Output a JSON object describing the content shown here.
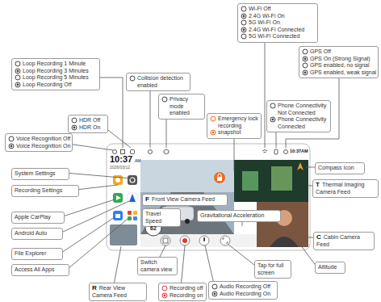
{
  "diagram": {
    "nodes": [
      {
        "text": [
          "Wi-Fi Off",
          "2.4G Wi-Fi On",
          "5G Wi-Fi On",
          "2.4G Wi-Fi Connected",
          "5G Wi-Fi Connected"
        ]
      },
      {
        "text": [
          "GPS Off",
          "GPS On (Strong Signal)",
          "GPS enabled, no signal",
          "GPS enabled, weak signal"
        ]
      },
      {
        "text": [
          "Loop Recording 1 Minute",
          "Loop Recording 3 Minutes",
          "Loop Recording 5 Minutes",
          "Loop Recording Off"
        ]
      },
      {
        "text": [
          "Collision detection enabled"
        ]
      },
      {
        "text": [
          "Privacy mode enabled"
        ]
      },
      {
        "text": [
          "Phone Connectivity Not Connected",
          "Phone Connectivity Connected"
        ]
      },
      {
        "text": [
          "HDR Off",
          "HDR On"
        ]
      },
      {
        "text": [
          "Emergency lock recording",
          "snapshot"
        ]
      },
      {
        "text": [
          "Voice Recognition Off",
          "Voice Recognition On"
        ]
      },
      {
        "text": [
          "System Settings"
        ]
      },
      {
        "text": [
          "Recording Settings"
        ]
      },
      {
        "text": [
          "Compass Icon"
        ]
      },
      {
        "text": [
          "T",
          "Thermal Imaging Camera Feed"
        ]
      },
      {
        "text": [
          "F",
          "Front View Camera Feed"
        ]
      },
      {
        "text": [
          "Travel Speed"
        ]
      },
      {
        "text": [
          "Gravitational Acceleration"
        ]
      },
      {
        "text": [
          "Apple CarPlay"
        ]
      },
      {
        "text": [
          "Android Auto"
        ]
      },
      {
        "text": [
          "C",
          "Cabin Camera Feed"
        ]
      },
      {
        "text": [
          "File Explorer"
        ]
      },
      {
        "text": [
          "Switch camera view"
        ]
      },
      {
        "text": [
          "Tap for full screen"
        ]
      },
      {
        "text": [
          "Access All Apps"
        ]
      },
      {
        "text": [
          "Altitude"
        ]
      },
      {
        "text": [
          "R",
          "Rear View Camera Feed"
        ]
      },
      {
        "text": [
          "Recording off",
          "Recording on"
        ]
      },
      {
        "text": [
          "Audio Recording Off",
          "Audio Recording On"
        ]
      }
    ],
    "labels": [
      "10:37",
      "AM",
      "2026/03/12",
      "10:37AM",
      "62"
    ]
  }
}
